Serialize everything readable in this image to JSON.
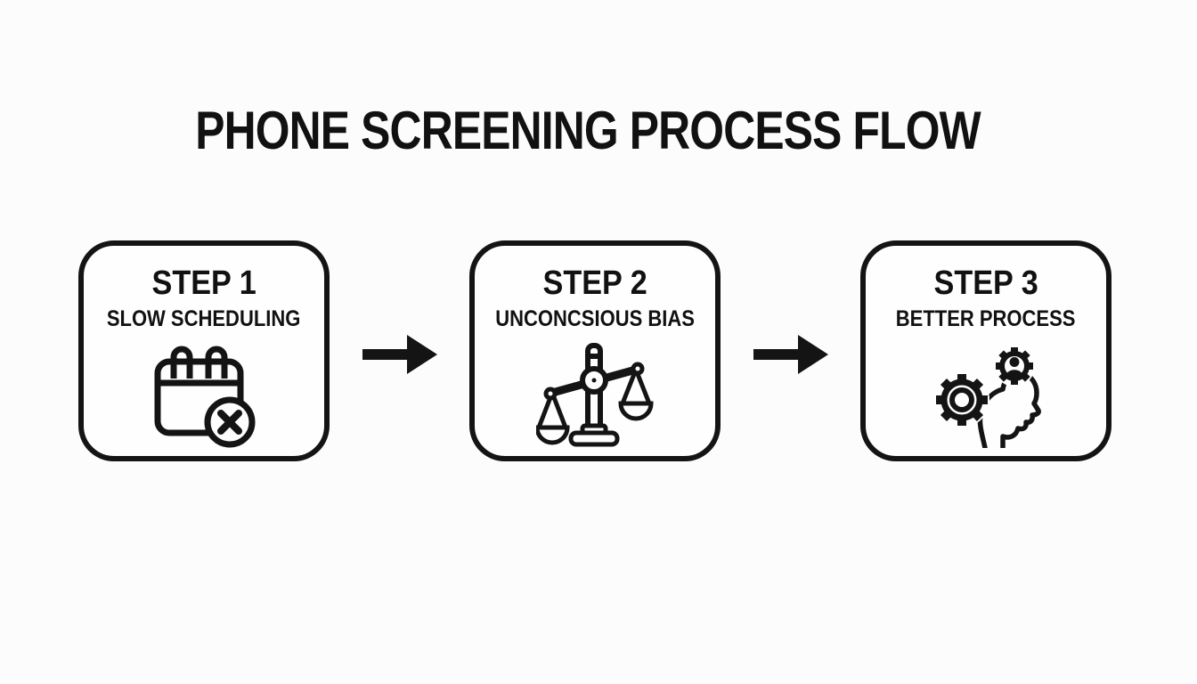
{
  "title": "PHONE SCREENING PROCESS FLOW",
  "flow": {
    "steps": [
      {
        "label": "STEP 1",
        "sublabel": "SLOW SCHEDULING",
        "icon": "calendar-x-icon"
      },
      {
        "label": "STEP 2",
        "sublabel": "UNCONCSIOUS BIAS",
        "icon": "balance-scale-icon"
      },
      {
        "label": "STEP 3",
        "sublabel": "BETTER PROCESS",
        "icon": "head-gears-icon"
      }
    ],
    "connector": "right-arrow"
  },
  "colors": {
    "background": "#fcfcfc",
    "box_fill": "#fefefe",
    "line": "#141414"
  }
}
